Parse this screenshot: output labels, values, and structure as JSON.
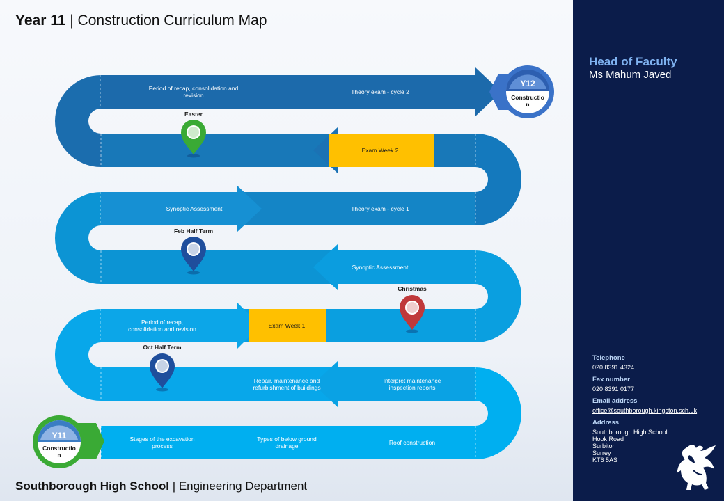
{
  "header": {
    "title_bold": "Year 11",
    "title_rest": "| Construction Curriculum Map"
  },
  "footer": {
    "school_bold": "Southborough High School",
    "dept": "| Engineering Department"
  },
  "sidebar": {
    "hof_label": "Head of Faculty",
    "hof_name": "Ms Mahum Javed",
    "telephone_label": "Telephone",
    "telephone": "020 8391 4324",
    "fax_label": "Fax number",
    "fax": "020 8391 0177",
    "email_label": "Email address",
    "email": "office@southborough.kingston.sch.uk",
    "address_label": "Address",
    "address_lines": [
      "Southborough High School",
      "Hook Road",
      "Surbiton",
      "Surrey",
      "KT6 5AS"
    ]
  },
  "badges": {
    "start": {
      "top": "Y11",
      "line1": "Constructio",
      "line2": "n"
    },
    "end": {
      "top": "Y12",
      "line1": "Constructio",
      "line2": "n"
    }
  },
  "road": {
    "row1": {
      "a1": "Stages of the excavation",
      "a2": "process",
      "b1": "Types of below ground",
      "b2": "drainage",
      "c": "Roof construction"
    },
    "row2": {
      "a1": "Interpret maintenance",
      "a2": "inspection reports",
      "b1": "Repair, maintenance and",
      "b2": "refurbishment of buildings"
    },
    "row3": {
      "a1": "Period of recap,",
      "a2": "consolidation and revision",
      "b": "Exam Week 1"
    },
    "row4": {
      "a": "Synoptic Assessment"
    },
    "row5": {
      "a": "Synoptic Assessment",
      "b": "Theory exam - cycle 1"
    },
    "row6": {
      "a": "Exam Week 2"
    },
    "row7": {
      "a1": "Period of recap, consolidation and",
      "a2": "revision",
      "b": "Theory exam - cycle 2"
    }
  },
  "pins": {
    "oct": "Oct Half Term",
    "christmas": "Christmas",
    "feb": "Feb Half Term",
    "easter": "Easter"
  },
  "colors": {
    "sidebar_bg": "#0b1c4a",
    "exam_yellow": "#ffc000",
    "pin_green": "#3aaa35",
    "pin_blue": "#1f4e9c",
    "pin_red": "#c0393b"
  }
}
